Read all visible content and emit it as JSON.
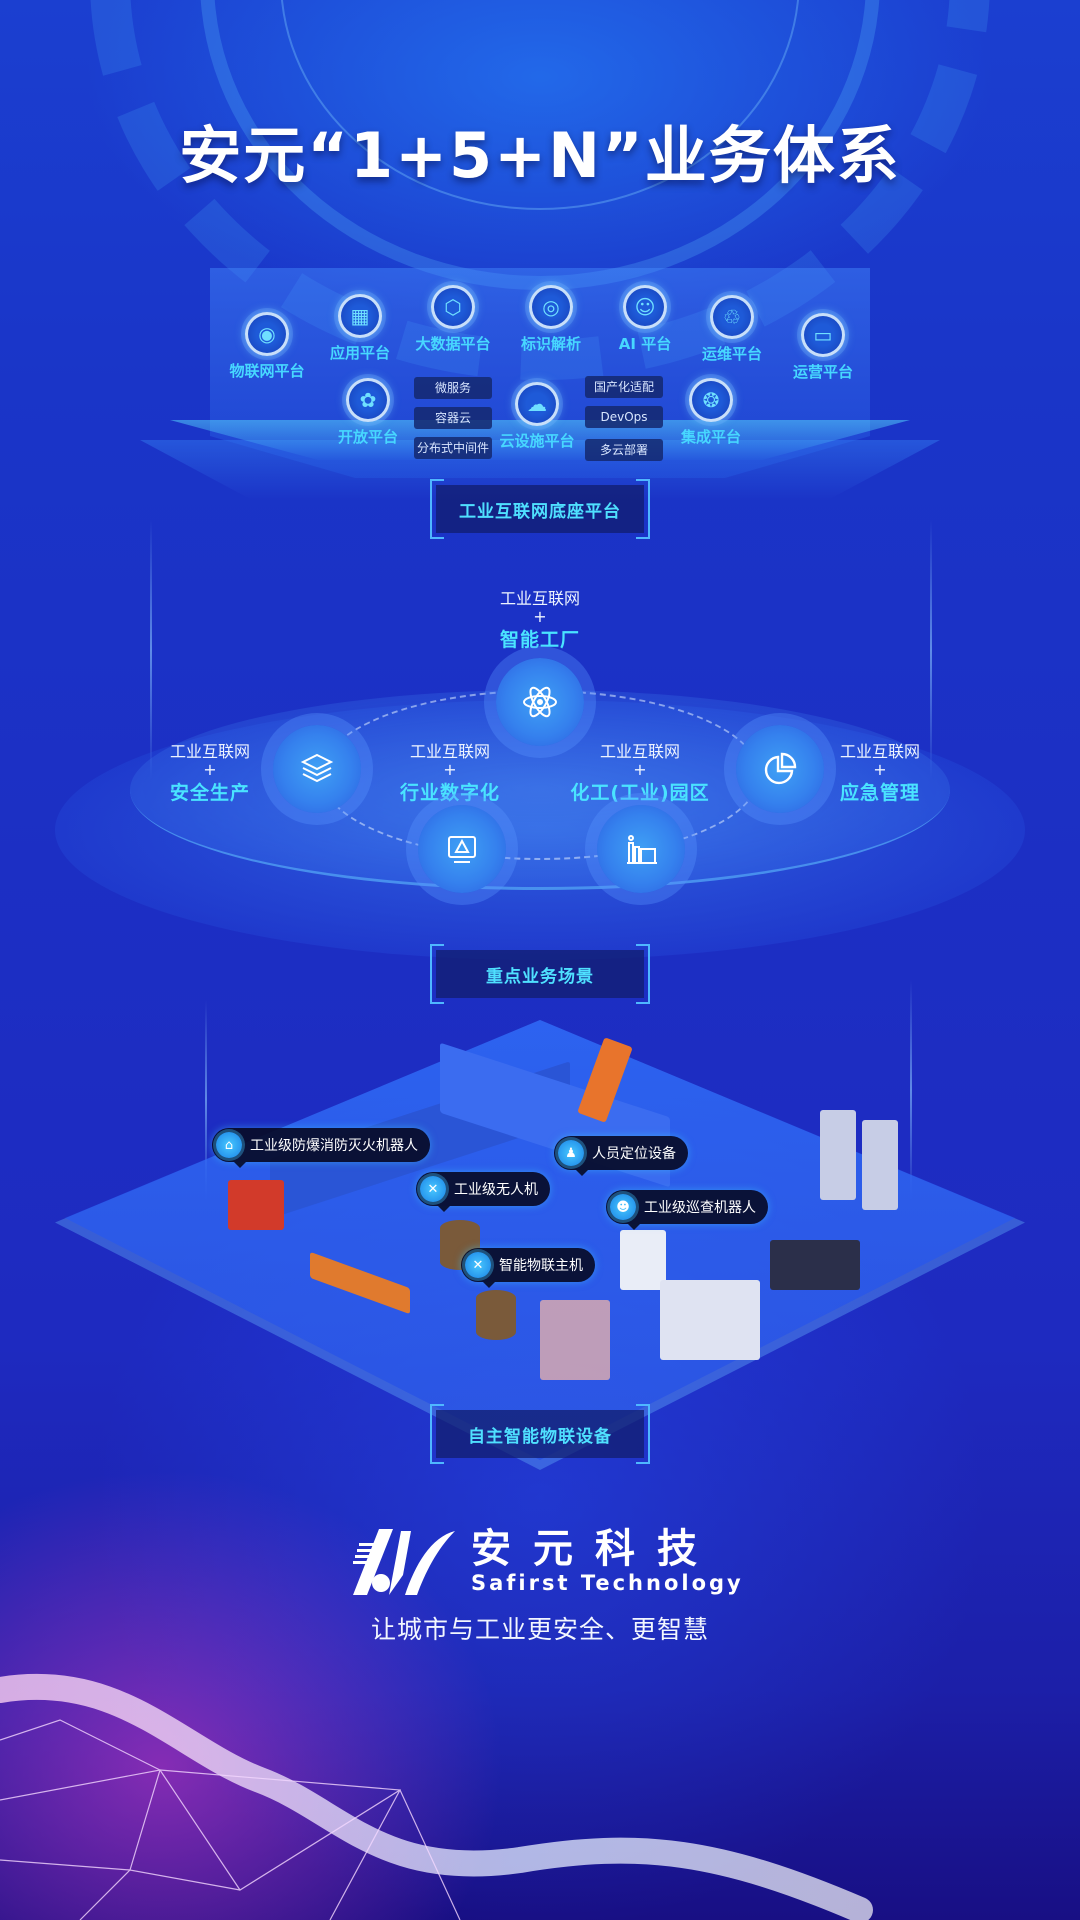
{
  "title": "安元“1+5+N”业务体系",
  "foundation": {
    "label": "工业互联网底座平台",
    "platforms": [
      {
        "name": "物联网平台",
        "icon": "iot-icon"
      },
      {
        "name": "应用平台",
        "icon": "apps-grid-icon"
      },
      {
        "name": "大数据平台",
        "icon": "hexagon-network-icon"
      },
      {
        "name": "标识解析",
        "icon": "target-icon"
      },
      {
        "name": "AI 平台",
        "icon": "ai-head-icon"
      },
      {
        "name": "运维平台",
        "icon": "ops-cycle-icon"
      },
      {
        "name": "运营平台",
        "icon": "presentation-icon"
      },
      {
        "name": "开放平台",
        "icon": "open-share-icon"
      },
      {
        "name": "云设施平台",
        "icon": "cloud-server-icon"
      },
      {
        "name": "集成平台",
        "icon": "integration-icon"
      }
    ],
    "chips_left": [
      "微服务",
      "容器云",
      "分布式中间件"
    ],
    "chips_right": [
      "国产化适配",
      "DevOps",
      "多云部署"
    ]
  },
  "scenarios": {
    "label": "重点业务场景",
    "prefix": "工业互联网",
    "plus": "+",
    "items": [
      {
        "name": "智能工厂",
        "icon": "atom-icon"
      },
      {
        "name": "安全生产",
        "icon": "layers-icon"
      },
      {
        "name": "行业数字化",
        "icon": "warning-monitor-icon"
      },
      {
        "name": "化工(工业)园区",
        "icon": "factory-icon"
      },
      {
        "name": "应急管理",
        "icon": "pie-chart-icon"
      }
    ]
  },
  "devices": {
    "label": "自主智能物联设备",
    "callouts": [
      {
        "name": "工业级防爆消防灭火机器人",
        "icon": "robot-icon"
      },
      {
        "name": "人员定位设备",
        "icon": "location-person-icon"
      },
      {
        "name": "工业级无人机",
        "icon": "drone-icon"
      },
      {
        "name": "工业级巡查机器人",
        "icon": "bot-face-icon"
      },
      {
        "name": "智能物联主机",
        "icon": "drone-icon"
      }
    ]
  },
  "brand": {
    "name_cn": "安元科技",
    "name_en": "Safirst Technology",
    "slogan": "让城市与工业更安全、更智慧"
  },
  "colors": {
    "background": "#1c2fc4",
    "accent_cyan": "#4ae3ff",
    "label_box": "#121e6e"
  }
}
